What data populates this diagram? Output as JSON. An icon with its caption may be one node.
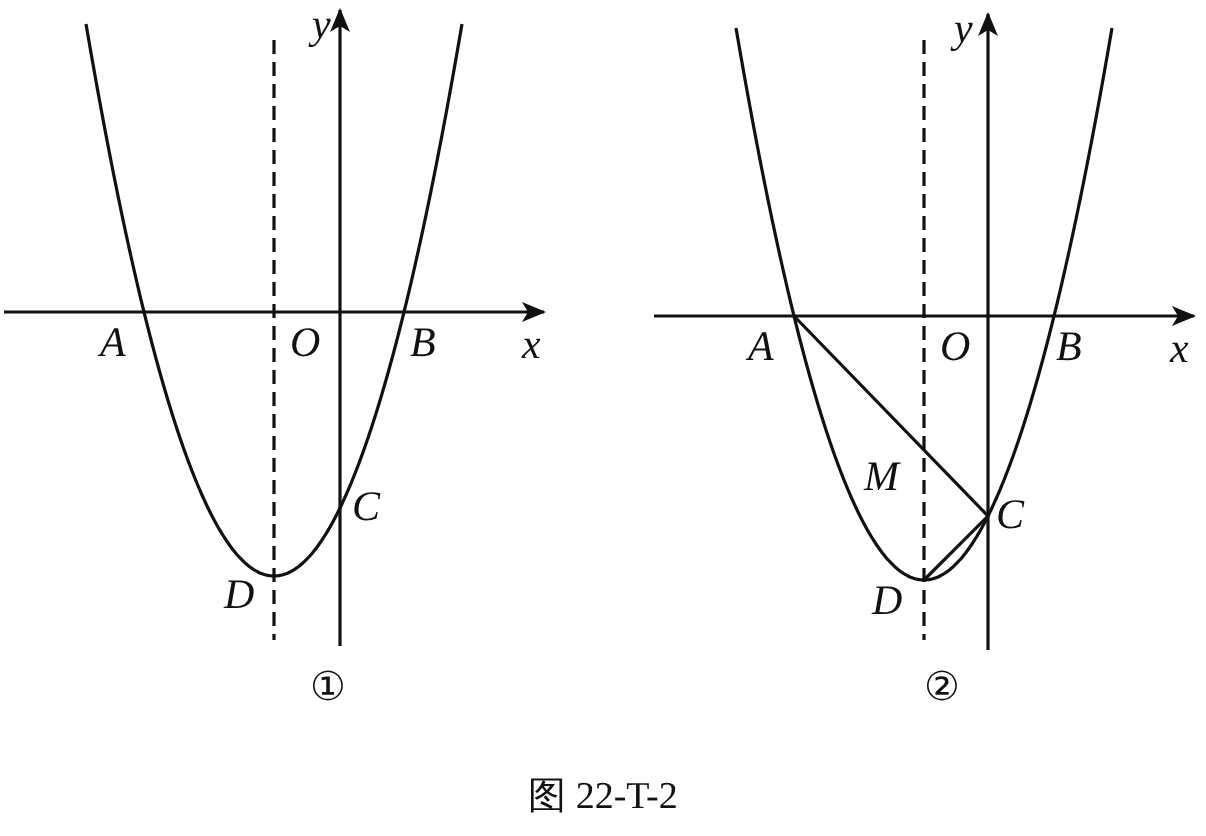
{
  "diagram": {
    "caption": "图 22-T-2",
    "labels": [
      "y",
      "A",
      "O",
      "B",
      "x",
      "C",
      "D",
      "①",
      "y",
      "A",
      "O",
      "B",
      "x",
      "M",
      "C",
      "D",
      "②"
    ]
  }
}
